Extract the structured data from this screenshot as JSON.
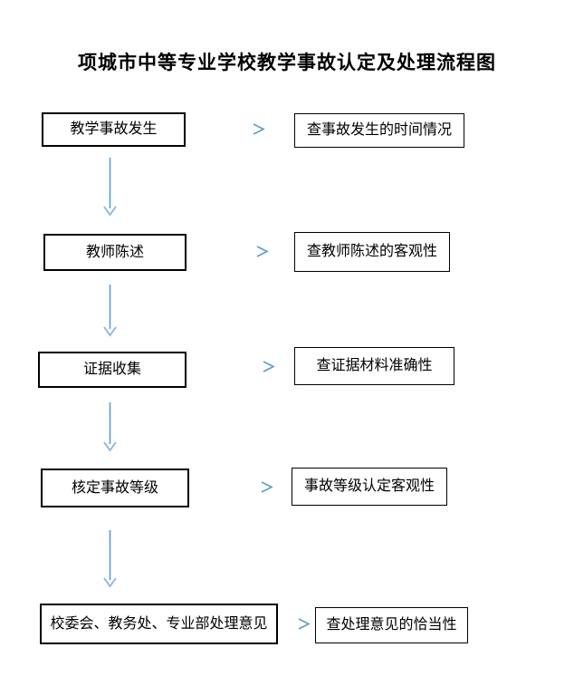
{
  "title": "项城市中等专业学校教学事故认定及处理流程图",
  "flow": {
    "rows": [
      {
        "step": "教学事故发生",
        "check": "查事故发生的时间情况"
      },
      {
        "step": "教师陈述",
        "check": "查教师陈述的客观性"
      },
      {
        "step": "证据收集",
        "check": "查证据材料准确性"
      },
      {
        "step": "核定事故等级",
        "check": "事故等级认定客观性"
      },
      {
        "step": "校委会、教务处、专业部处理意见",
        "check": "查处理意见的恰当性"
      }
    ]
  },
  "icons": {
    "right_arrow": "arrow-right",
    "down_arrow": "arrow-down"
  },
  "colors": {
    "background": "#ffffff",
    "box_border": "#000000",
    "text": "#000000",
    "arrow_line_blue": "#5b9bd5",
    "arrow_line_light": "#b9d3ec",
    "arrow_head_blue": "#6fa4d8"
  }
}
